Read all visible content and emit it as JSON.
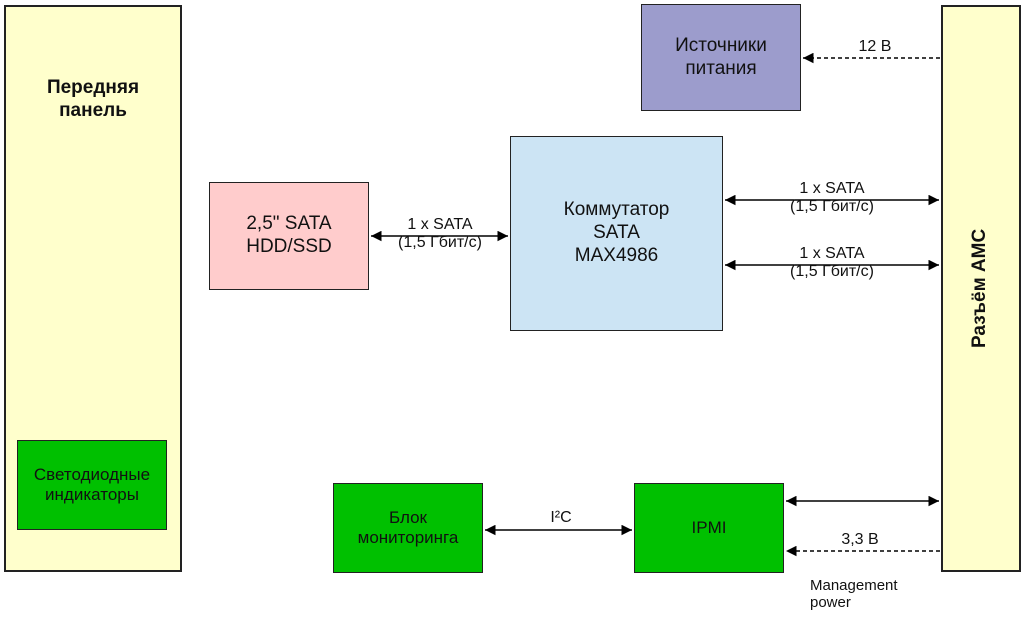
{
  "blocks": {
    "front_panel": "Передняя\nпанель",
    "leds": "Светодиодные\nиндикаторы",
    "psu": "Источники\nпитания",
    "hdd": "2,5\" SATA\nHDD/SSD",
    "switch": "Коммутатор\nSATA\nMAX4986",
    "amc": "Разъём AMC",
    "monitor": "Блок\nмониторинга",
    "ipmi": "IPMI"
  },
  "links": {
    "psu_power": "12 В",
    "hdd_sata": "1 x SATA\n(1,5 Гбит/с)",
    "amc_sata_1": "1 x SATA\n(1,5 Гбит/с)",
    "amc_sata_2": "1 x SATA\n(1,5 Гбит/с)",
    "i2c": "I²C",
    "mgmt_power": "3,3 В",
    "mgmt_power_note": "Management\npower"
  },
  "colors": {
    "panel": "#ffffcc",
    "led_green": "#00c000",
    "psu": "#9c9ccc",
    "hdd": "#ffcccc",
    "switch": "#cce4f4"
  }
}
